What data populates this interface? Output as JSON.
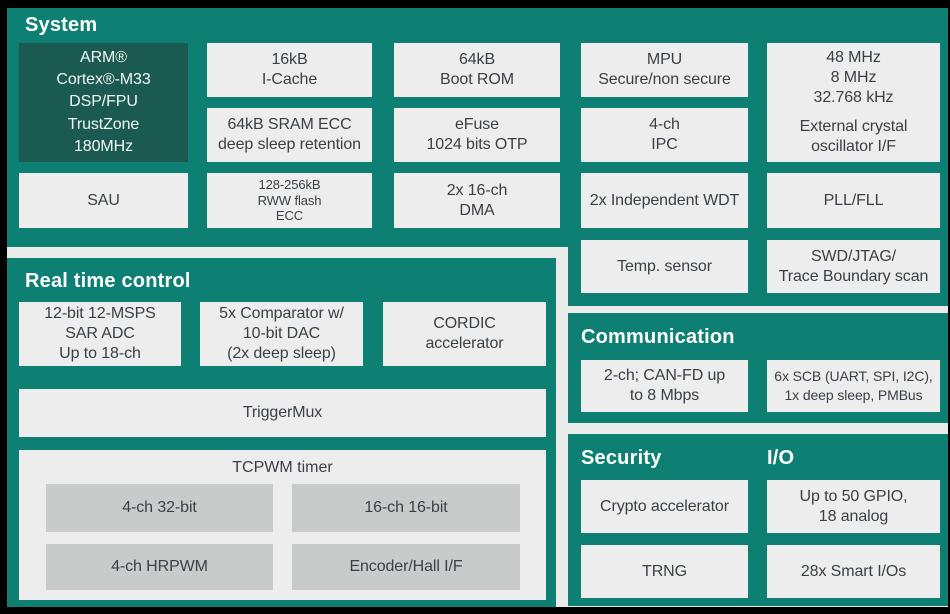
{
  "colors": {
    "teal": "#0E8073",
    "teal_dark": "#1A5A50",
    "frame": "#000000",
    "surface": "#E9EAEA",
    "block": "#EDEDED",
    "block_dark": "#C9CACA",
    "text": "#3B4046",
    "title_text": "#FFFFFF"
  },
  "system": {
    "title": "System",
    "cpu": "ARM®\nCortex®-M33\nDSP/FPU\nTrustZone\n180MHz",
    "icache": "16kB\nI-Cache",
    "bootrom": "64kB\nBoot ROM",
    "mpu": "MPU\nSecure/non secure",
    "clocks": "48 MHz\n8 MHz\n32.768 kHz",
    "xtal": "External crystal\noscillator I/F",
    "sram": "64kB SRAM ECC\ndeep sleep retention",
    "efuse": "eFuse\n1024 bits OTP",
    "ipc": "4-ch\nIPC",
    "sau": "SAU",
    "flash": "128-256kB\nRWW flash\nECC",
    "dma": "2x 16-ch\nDMA",
    "wdt": "2x Independent WDT",
    "pll": "PLL/FLL",
    "temp": "Temp. sensor",
    "swd": "SWD/JTAG/\nTrace Boundary scan"
  },
  "rtc": {
    "title": "Real time control",
    "adc": "12-bit 12-MSPS\nSAR ADC\nUp to 18-ch",
    "comparator": "5x Comparator w/\n10-bit DAC\n(2x deep sleep)",
    "cordic": "CORDIC\naccelerator",
    "triggermux": "TriggerMux",
    "tcpwm_title": "TCPWM timer",
    "tcpwm_1": "4-ch 32-bit",
    "tcpwm_2": "16-ch 16-bit",
    "tcpwm_3": "4-ch HRPWM",
    "tcpwm_4": "Encoder/Hall I/F"
  },
  "communication": {
    "title": "Communication",
    "canfd": "2-ch; CAN-FD up\nto 8 Mbps",
    "scb": "6x SCB (UART, SPI, I2C),\n1x deep sleep, PMBus"
  },
  "security": {
    "title": "Security",
    "crypto": "Crypto accelerator",
    "trng": "TRNG"
  },
  "io": {
    "title": "I/O",
    "gpio": "Up to 50 GPIO,\n18 analog",
    "smartio": "28x Smart I/Os"
  }
}
